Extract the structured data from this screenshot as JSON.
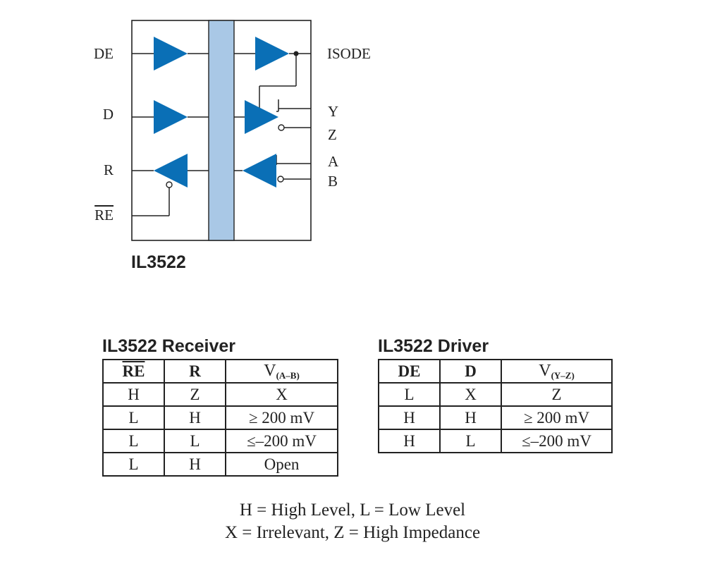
{
  "diagram": {
    "chip_name": "IL3522",
    "left_pins": [
      "DE",
      "D",
      "R",
      "RE"
    ],
    "right_pins": [
      "ISODE",
      "Y",
      "Z",
      "A",
      "B"
    ],
    "colors": {
      "isolation_barrier": "#a9c8e6",
      "buffer": "#0a6fb6",
      "lines": "#222222"
    }
  },
  "receiver": {
    "title": "IL3522 Receiver",
    "headers": [
      "RE",
      "R",
      "V",
      "(A–B)"
    ],
    "rows": [
      [
        "H",
        "Z",
        "X"
      ],
      [
        "L",
        "H",
        "≥ 200 mV"
      ],
      [
        "L",
        "L",
        "≤–200 mV"
      ],
      [
        "L",
        "H",
        "Open"
      ]
    ]
  },
  "driver": {
    "title": "IL3522 Driver",
    "headers": [
      "DE",
      "D",
      "V",
      "(Y–Z)"
    ],
    "rows": [
      [
        "L",
        "X",
        "Z"
      ],
      [
        "H",
        "H",
        "≥ 200 mV"
      ],
      [
        "H",
        "L",
        "≤–200 mV"
      ]
    ]
  },
  "legend": [
    "H = High Level, L = Low Level",
    "X = Irrelevant, Z = High Impedance"
  ]
}
